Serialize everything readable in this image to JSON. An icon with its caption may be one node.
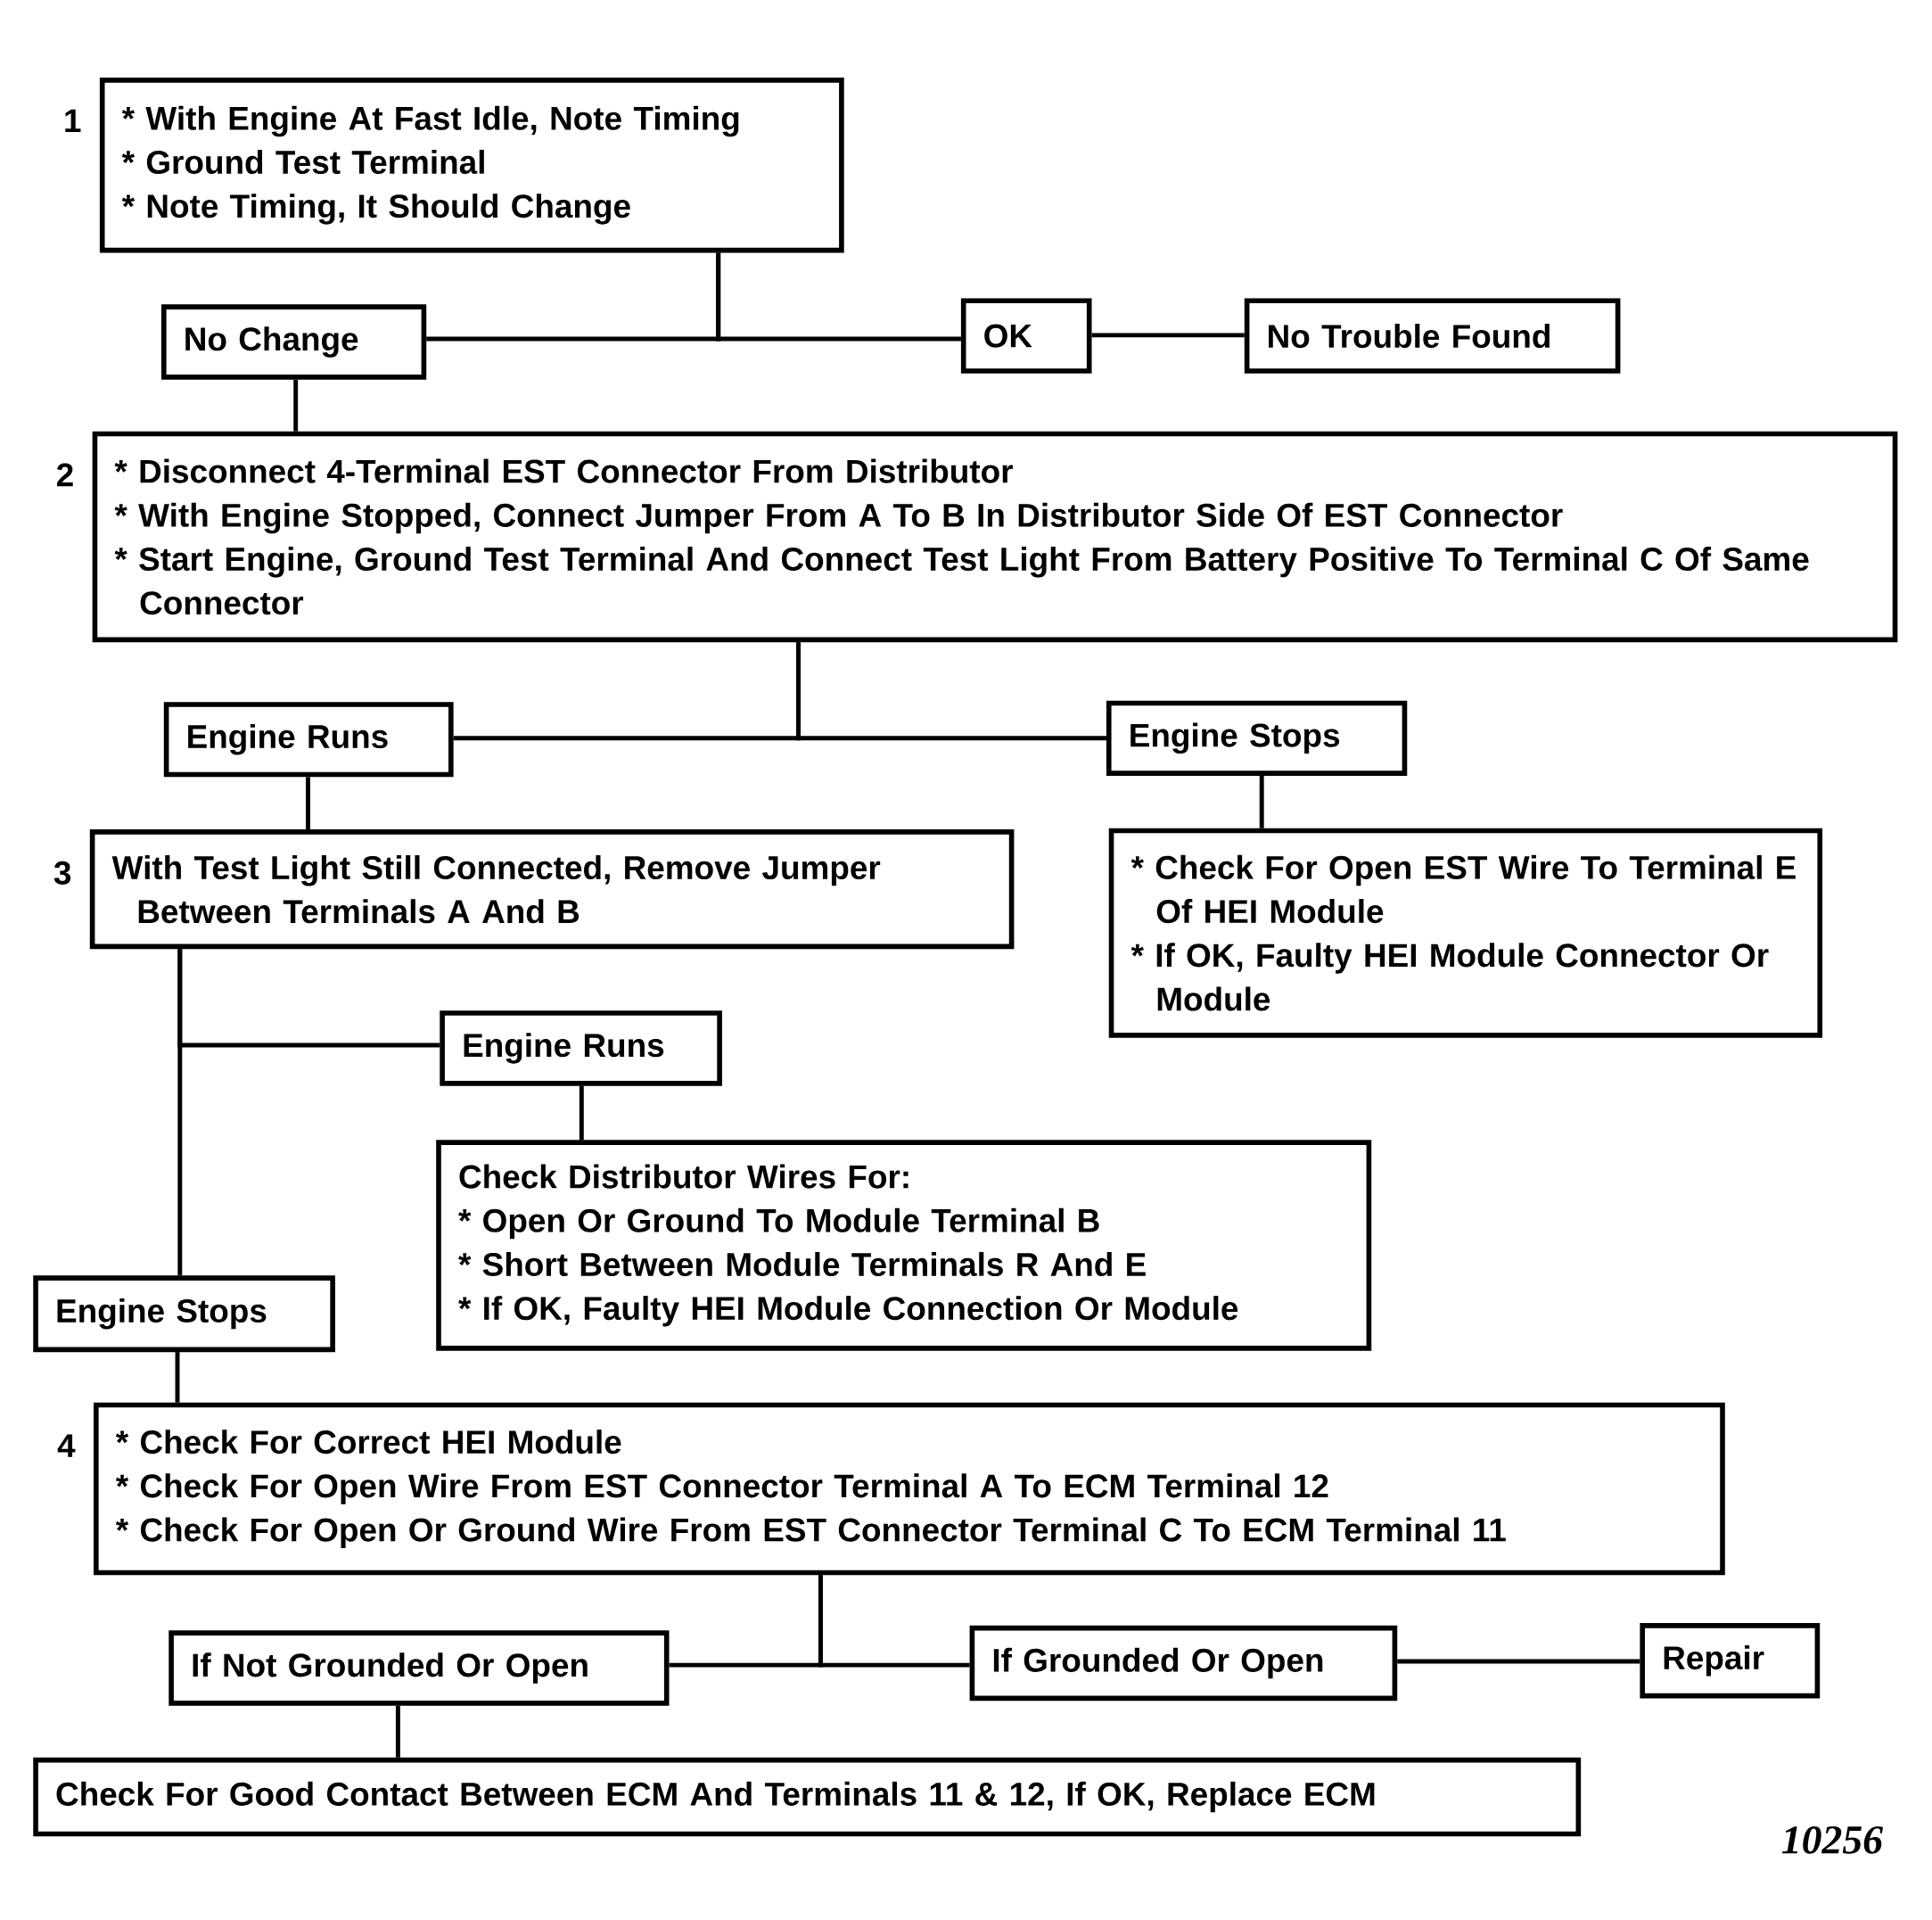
{
  "diagram": {
    "nodes": [
      {
        "text": [
          "* With Engine At Fast Idle, Note Timing",
          "* Ground Test Terminal",
          "* Note Timing, It Should Change"
        ],
        "beside": [
          "1"
        ]
      },
      {
        "text": [
          "No Change"
        ]
      },
      {
        "text": [
          "OK"
        ]
      },
      {
        "text": [
          "No Trouble Found"
        ]
      },
      {
        "text": [
          "* Disconnect 4-Terminal EST Connector From Distributor",
          "* With Engine Stopped, Connect Jumper From A To B In Distributor Side Of EST Connector",
          "* Start Engine, Ground Test Terminal And Connect Test Light From Battery Positive To Terminal C Of Same Connector"
        ],
        "beside": [
          "2"
        ]
      },
      {
        "text": [
          "Engine Runs"
        ]
      },
      {
        "text": [
          "Engine Stops"
        ]
      },
      {
        "text": [
          "With Test Light Still Connected, Remove Jumper Between Terminals A And B"
        ],
        "beside": [
          "3"
        ]
      },
      {
        "text": [
          "* Check For Open EST Wire To Terminal E Of HEI Module",
          "* If OK, Faulty HEI Module Connector Or Module"
        ]
      },
      {
        "text": [
          "Engine Runs"
        ]
      },
      {
        "text": [
          "Check Distributor Wires For:",
          "* Open Or Ground To Module Terminal B",
          "* Short Between Module Terminals R And E",
          "* If OK, Faulty HEI Module Connection Or Module"
        ]
      },
      {
        "text": [
          "Engine Stops"
        ]
      },
      {
        "text": [
          "* Check For Correct HEI Module",
          "* Check For Open Wire From EST Connector Terminal A To ECM Terminal 12",
          "* Check For Open Or Ground Wire From EST Connector Terminal C To ECM Terminal 11"
        ],
        "beside": [
          "4"
        ]
      },
      {
        "text": [
          "If Not Grounded Or Open"
        ]
      },
      {
        "text": [
          "If Grounded Or Open"
        ]
      },
      {
        "text": [
          "Repair"
        ]
      },
      {
        "text": [
          "Check For Good Contact Between ECM And Terminals 11 & 12, If OK, Replace ECM"
        ]
      }
    ],
    "edges": [
      {
        "from": 0,
        "to": 1,
        "arrow": "none"
      },
      {
        "from": 0,
        "to": 2,
        "arrow": "none"
      },
      {
        "from": 2,
        "to": 3,
        "arrow": "none"
      },
      {
        "from": 1,
        "to": 4,
        "arrow": "none"
      },
      {
        "from": 4,
        "to": 5,
        "arrow": "none"
      },
      {
        "from": 4,
        "to": 6,
        "arrow": "none"
      },
      {
        "from": 5,
        "to": 7,
        "arrow": "none"
      },
      {
        "from": 6,
        "to": 8,
        "arrow": "none"
      },
      {
        "from": 7,
        "to": 9,
        "arrow": "none"
      },
      {
        "from": 7,
        "to": 11,
        "arrow": "none"
      },
      {
        "from": 9,
        "to": 10,
        "arrow": "none"
      },
      {
        "from": 11,
        "to": 12,
        "arrow": "none"
      },
      {
        "from": 12,
        "to": 13,
        "arrow": "none"
      },
      {
        "from": 12,
        "to": 14,
        "arrow": "none"
      },
      {
        "from": 14,
        "to": 15,
        "arrow": "none"
      },
      {
        "from": 13,
        "to": 16,
        "arrow": "none"
      }
    ],
    "labels": [
      "10256"
    ]
  }
}
